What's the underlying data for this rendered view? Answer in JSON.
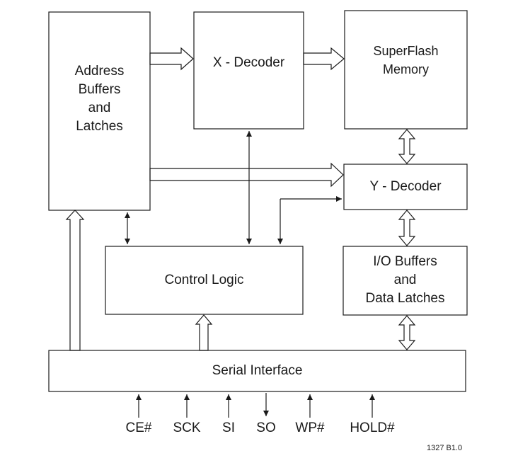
{
  "blocks": {
    "address_buffers": "Address\nBuffers\nand\nLatches",
    "x_decoder": "X - Decoder",
    "superflash": "SuperFlash\nMemory",
    "y_decoder": "Y - Decoder",
    "control_logic": "Control Logic",
    "io_buffers": "I/O Buffers\nand\nData Latches",
    "serial_interface": "Serial Interface"
  },
  "signals": [
    "CE#",
    "SCK",
    "SI",
    "SO",
    "WP#",
    "HOLD#"
  ],
  "figure_ref": "1327 B1.0"
}
